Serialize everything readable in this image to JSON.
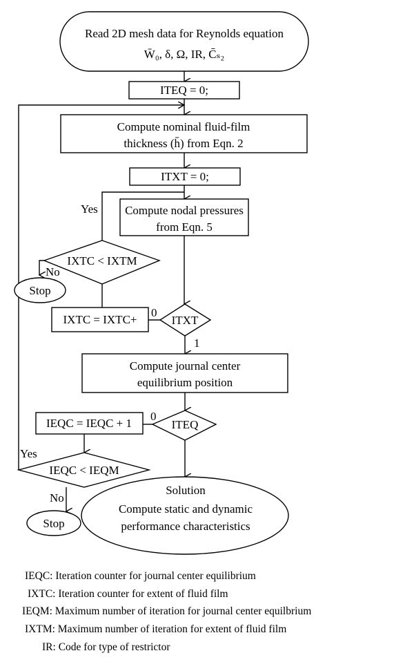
{
  "flowchart": {
    "start": {
      "line1": "Read 2D mesh data for Reynolds equation",
      "params": "W̄₀, δ, Ω, IR, C̄ₛ₂"
    },
    "iteq_init": "ITEQ = 0;",
    "compute_film": {
      "line1": "Compute nominal fluid-film",
      "line2": "thickness (h̄) from Eqn. 2"
    },
    "itxt_init": "ITXT = 0;",
    "compute_pressure": {
      "line1": "Compute nodal pressures",
      "line2": "from Eqn. 5"
    },
    "ixtc_check": "IXTC < IXTM",
    "ixtc_increment": "IXTC = IXTC+",
    "itxt_check": "ITXT",
    "compute_equilibrium": {
      "line1": "Compute journal center",
      "line2": "equilibrium position"
    },
    "ieqc_increment": "IEQC = IEQC + 1",
    "iteq_check": "ITEQ",
    "ieqc_check": "IEQC < IEQM",
    "stop": "Stop",
    "solution": {
      "line1": "Solution",
      "line2": "Compute static and dynamic",
      "line3": "performance characteristics"
    },
    "labels": {
      "yes": "Yes",
      "no": "No",
      "zero": "0",
      "one": "1"
    }
  },
  "legend": [
    {
      "abbr": "IEQC:",
      "text": "Iteration counter for journal center equilibrium"
    },
    {
      "abbr": "IXTC:",
      "text": "Iteration counter for extent of fluid film"
    },
    {
      "abbr": "IEQM:",
      "text": "Maximum number of iteration for journal center equilbrium"
    },
    {
      "abbr": "IXTM:",
      "text": "Maximum number of iteration for extent of fluid film"
    },
    {
      "abbr": "IR:",
      "text": "Code for type of restrictor"
    }
  ]
}
